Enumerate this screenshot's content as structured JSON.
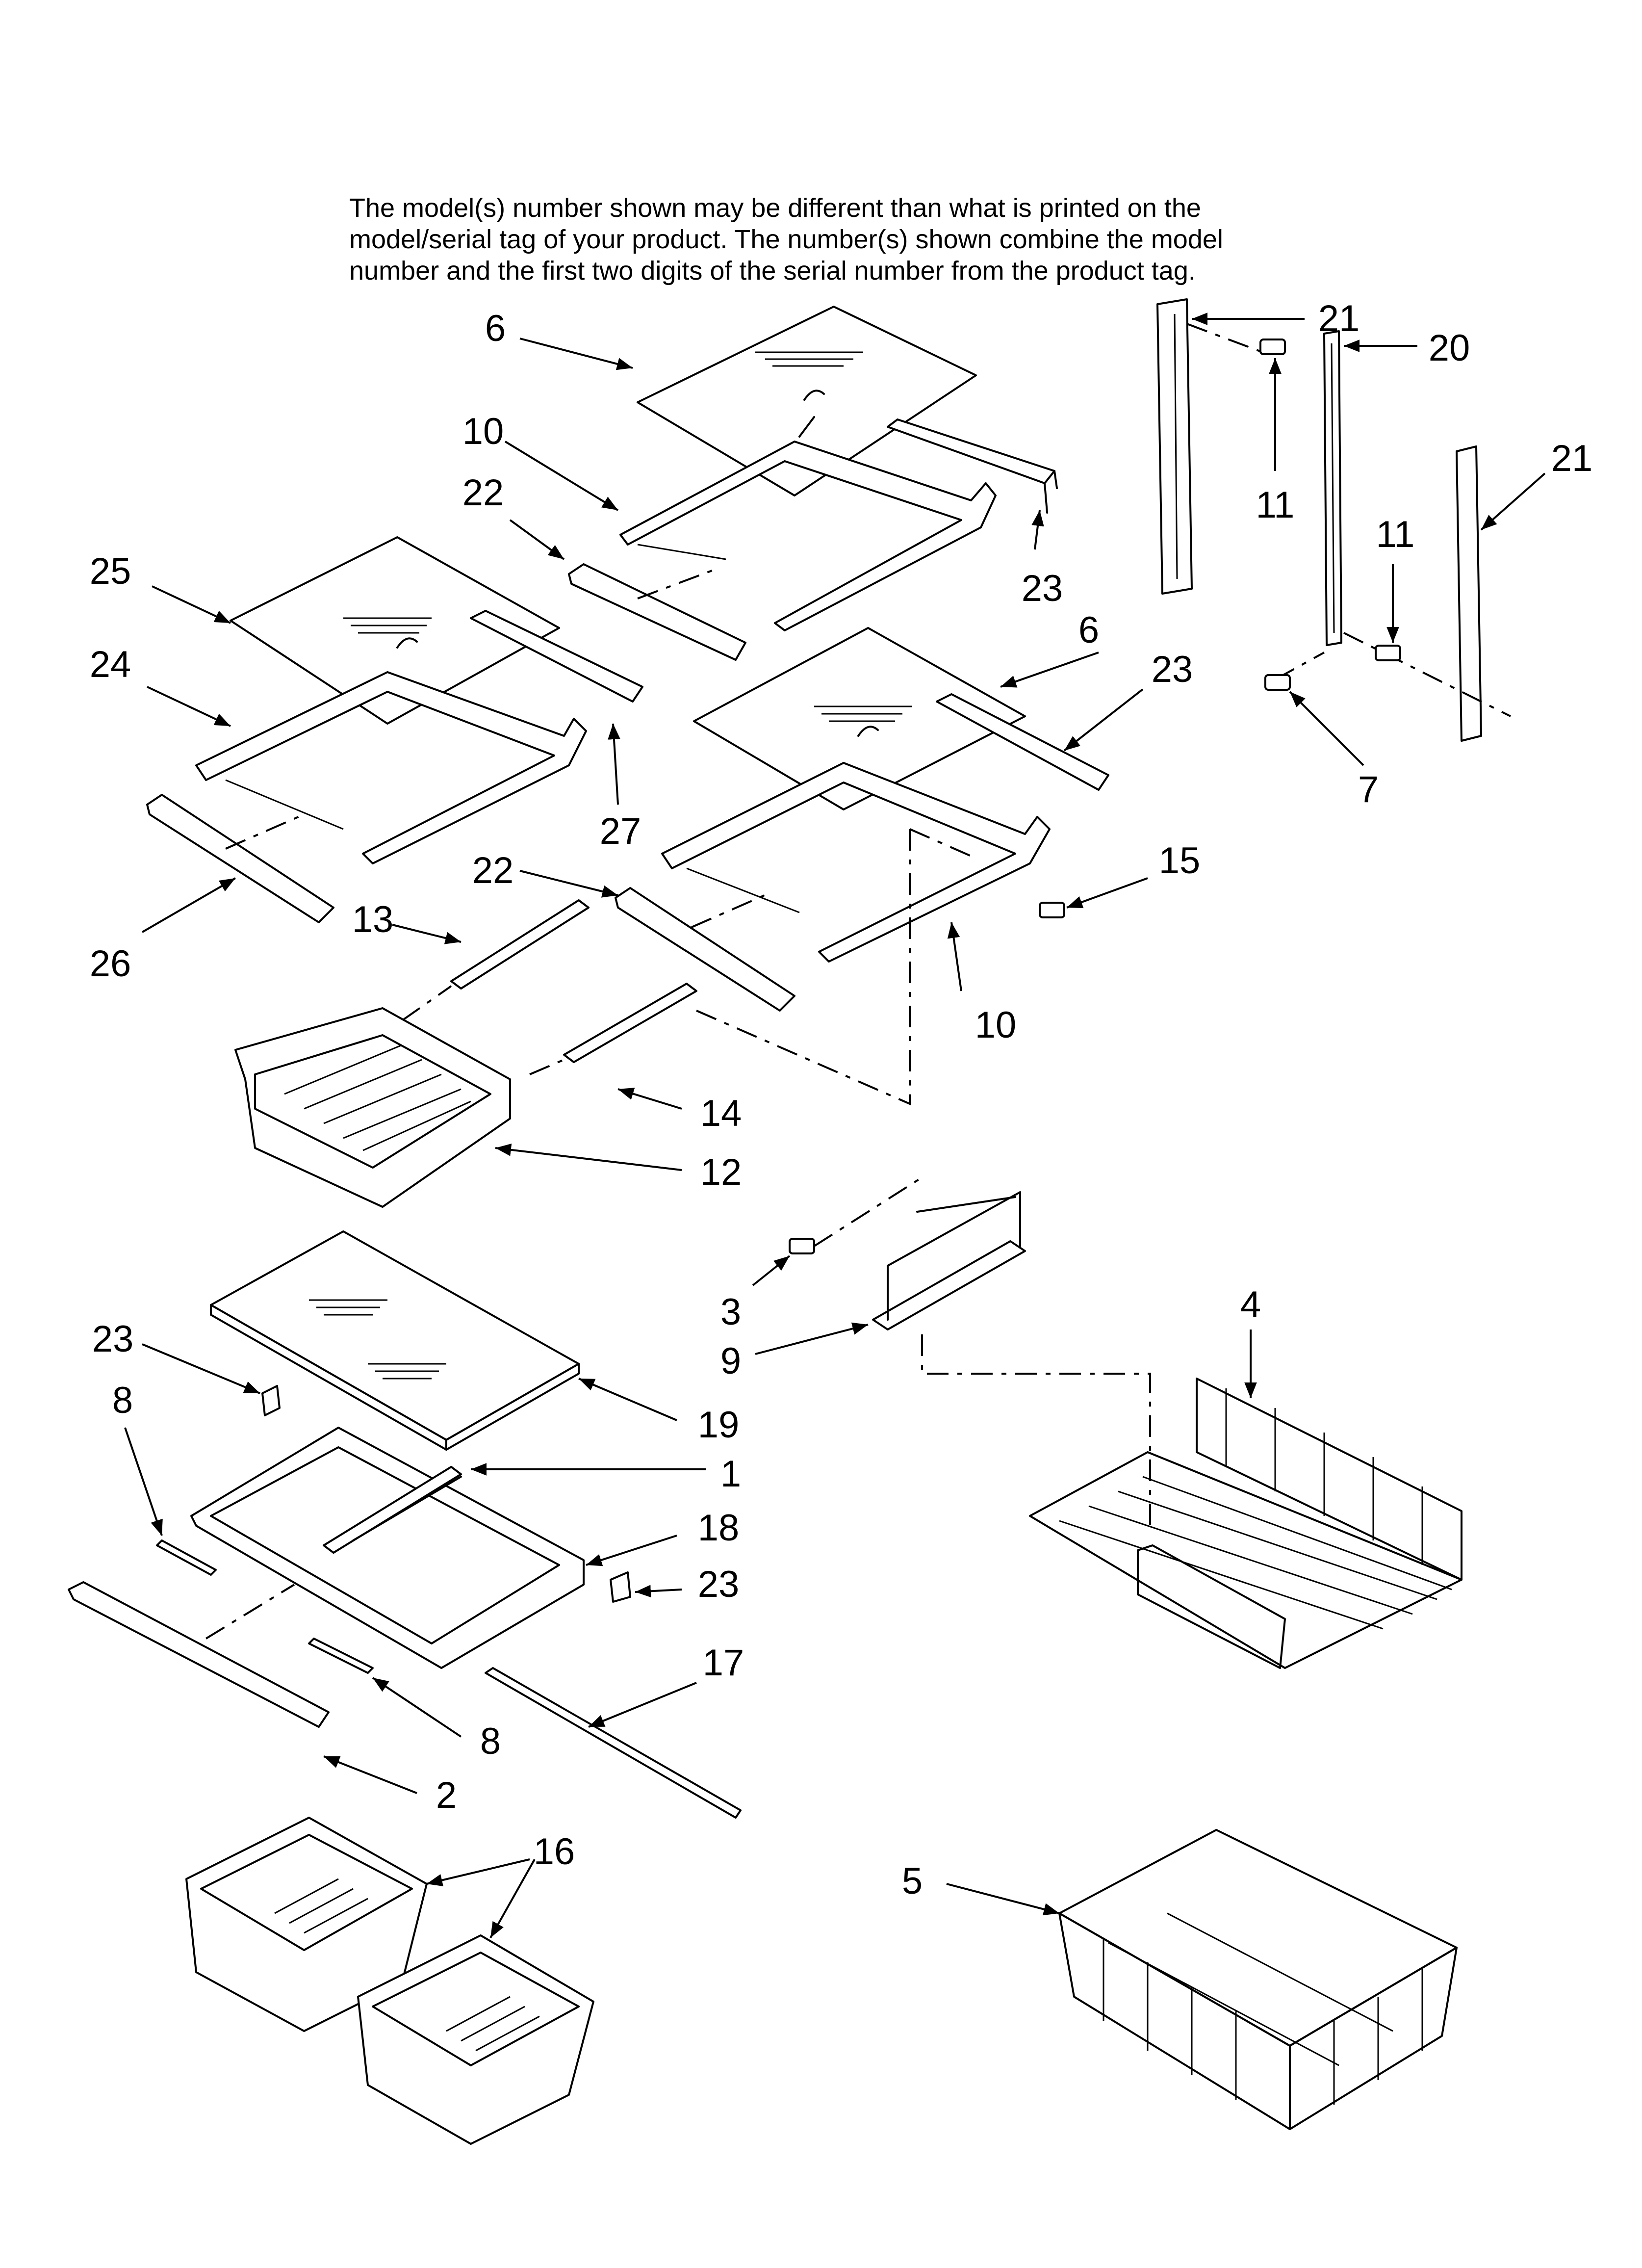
{
  "notice": {
    "lines": [
      "The model(s) number shown may be different than what is printed on the",
      "model/serial tag of your product. The number(s) shown combine the model",
      "number and the first two digits of the serial number from the product tag."
    ]
  },
  "callouts": [
    {
      "id": "c6a",
      "text": "6"
    },
    {
      "id": "c10a",
      "text": "10"
    },
    {
      "id": "c22a",
      "text": "22"
    },
    {
      "id": "c25",
      "text": "25"
    },
    {
      "id": "c24",
      "text": "24"
    },
    {
      "id": "c27",
      "text": "27"
    },
    {
      "id": "c26",
      "text": "26"
    },
    {
      "id": "c23a",
      "text": "23"
    },
    {
      "id": "c6b",
      "text": "6"
    },
    {
      "id": "c23b",
      "text": "23"
    },
    {
      "id": "c22b",
      "text": "22"
    },
    {
      "id": "c13",
      "text": "13"
    },
    {
      "id": "c10b",
      "text": "10"
    },
    {
      "id": "c15",
      "text": "15"
    },
    {
      "id": "c14",
      "text": "14"
    },
    {
      "id": "c12",
      "text": "12"
    },
    {
      "id": "c21a",
      "text": "21"
    },
    {
      "id": "c20",
      "text": "20"
    },
    {
      "id": "c21b",
      "text": "21"
    },
    {
      "id": "c11a",
      "text": "11"
    },
    {
      "id": "c11b",
      "text": "11"
    },
    {
      "id": "c7",
      "text": "7"
    },
    {
      "id": "c3",
      "text": "3"
    },
    {
      "id": "c9",
      "text": "9"
    },
    {
      "id": "c4",
      "text": "4"
    },
    {
      "id": "c19",
      "text": "19"
    },
    {
      "id": "c23c",
      "text": "23"
    },
    {
      "id": "c8a",
      "text": "8"
    },
    {
      "id": "c1",
      "text": "1"
    },
    {
      "id": "c18",
      "text": "18"
    },
    {
      "id": "c23d",
      "text": "23"
    },
    {
      "id": "c17",
      "text": "17"
    },
    {
      "id": "c8b",
      "text": "8"
    },
    {
      "id": "c2",
      "text": "2"
    },
    {
      "id": "c16",
      "text": "16"
    },
    {
      "id": "c5",
      "text": "5"
    }
  ]
}
